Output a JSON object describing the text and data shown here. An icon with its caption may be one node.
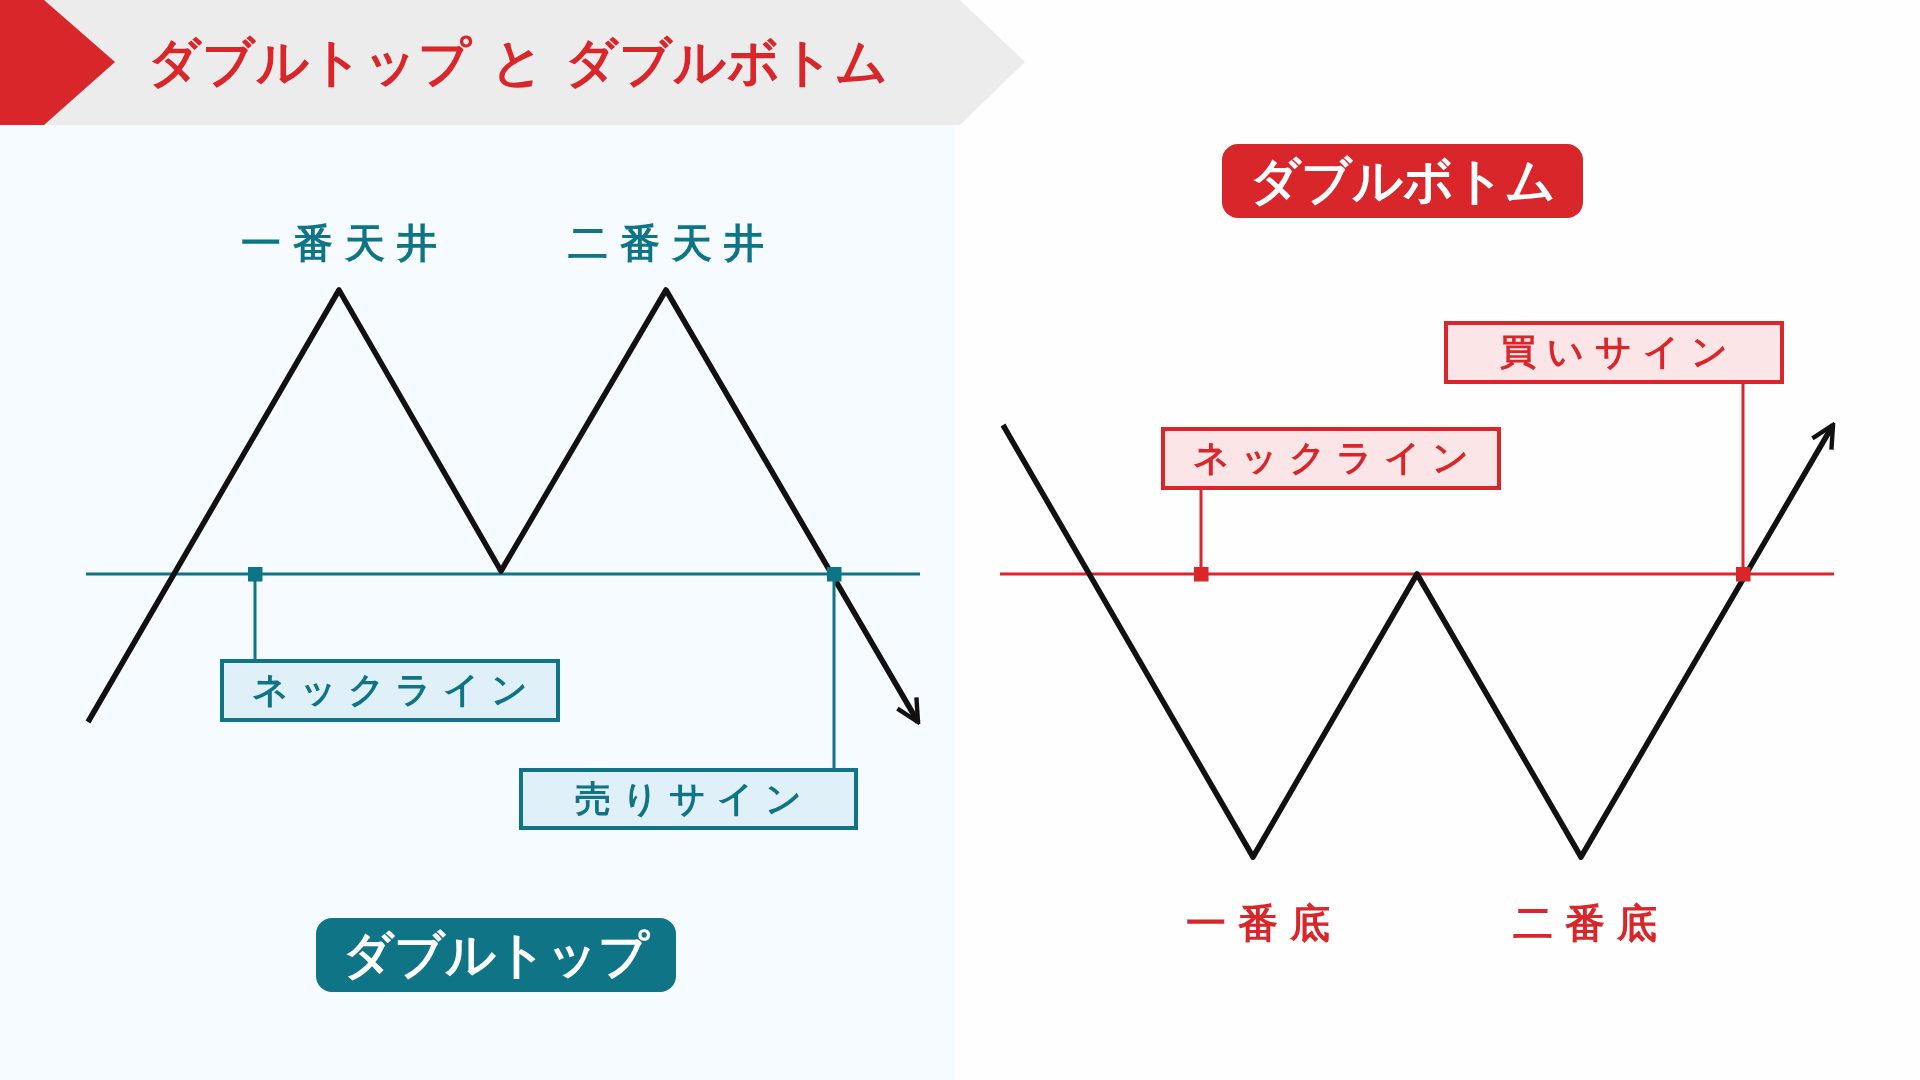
{
  "diagram": {
    "title": "ダブルトップ と ダブルボトム",
    "nodes": [
      {
        "text": [
          "ダブルトップ"
        ]
      },
      {
        "text": [
          "ネックライン"
        ]
      },
      {
        "text": [
          "売りサイン"
        ]
      },
      {
        "text": [
          "ダブルボトム"
        ]
      },
      {
        "text": [
          "買いサイン"
        ]
      },
      {
        "text": [
          "ネックライン"
        ]
      }
    ],
    "edges": [
      {
        "from": 1,
        "to": null,
        "arrow": "other",
        "color": "#0e7486"
      },
      {
        "from": 2,
        "to": null,
        "arrow": "other",
        "color": "#0e7486"
      },
      {
        "from": 4,
        "to": null,
        "arrow": "other",
        "color": "#d9262b"
      },
      {
        "from": 5,
        "to": null,
        "arrow": "other",
        "color": "#d9262b"
      }
    ],
    "labels": [
      "一番天井",
      "二番天井",
      "一番底",
      "二番底"
    ]
  }
}
